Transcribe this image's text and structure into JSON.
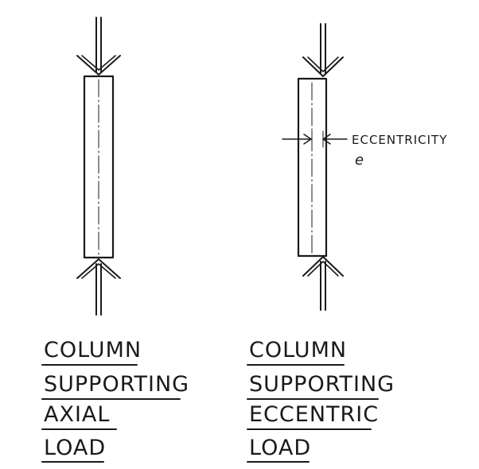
{
  "left_column": {
    "caption_lines": [
      "COLUMN",
      "SUPPORTING",
      "AXIAL",
      "LOAD"
    ]
  },
  "right_column": {
    "caption_lines": [
      "COLUMN",
      "SUPPORTING",
      "ECCENTRIC",
      "LOAD"
    ],
    "eccentricity_label": "ECCENTRICITY",
    "eccentricity_symbol": "e"
  },
  "colors": {
    "ink": "#1a1a1a",
    "background": "#ffffff"
  }
}
